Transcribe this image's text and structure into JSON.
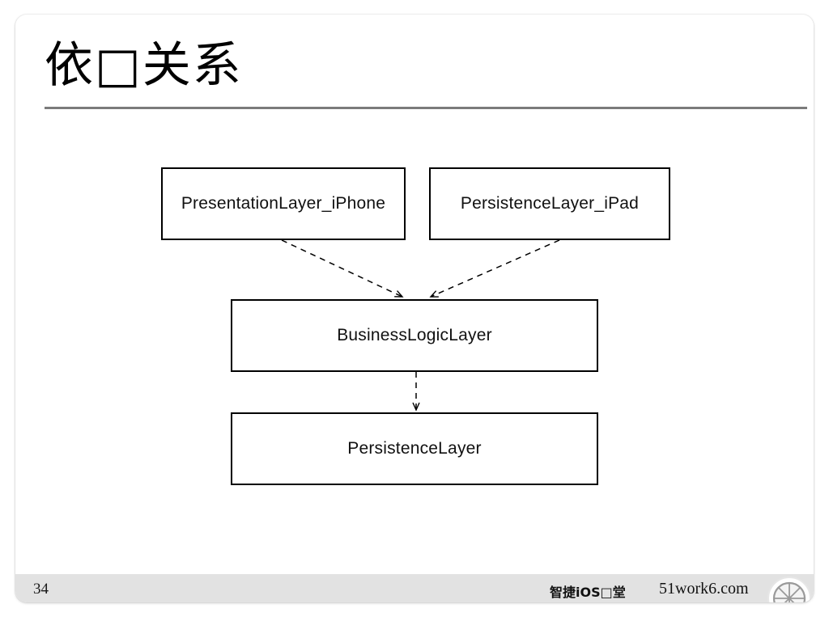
{
  "slide": {
    "title": "依□关系",
    "page_number": "34"
  },
  "diagram": {
    "type": "uml-dependency",
    "nodes": [
      {
        "id": "presentation_iphone",
        "label": "PresentationLayer_iPhone"
      },
      {
        "id": "persistence_ipad",
        "label": "PersistenceLayer_iPad"
      },
      {
        "id": "business_logic",
        "label": "BusinessLogicLayer"
      },
      {
        "id": "persistence",
        "label": "PersistenceLayer"
      }
    ],
    "edges": [
      {
        "from": "presentation_iphone",
        "to": "business_logic",
        "style": "dashed",
        "arrow": "open"
      },
      {
        "from": "persistence_ipad",
        "to": "business_logic",
        "style": "dashed",
        "arrow": "open"
      },
      {
        "from": "business_logic",
        "to": "persistence",
        "style": "dashed",
        "arrow": "open"
      }
    ]
  },
  "footer": {
    "page_number": "34",
    "brand": "智捷iOS□堂",
    "site": "51work6.com",
    "logo": "wheel-logo"
  },
  "colors": {
    "page_background": "#ffffff",
    "slide_background": "#ffffff",
    "title_text": "#000000",
    "title_rule": "#7b7b7b",
    "node_border": "#000000",
    "node_text": "#111111",
    "edge": "#000000",
    "footer_bar": "#e2e2e2",
    "footer_text": "#111111"
  }
}
